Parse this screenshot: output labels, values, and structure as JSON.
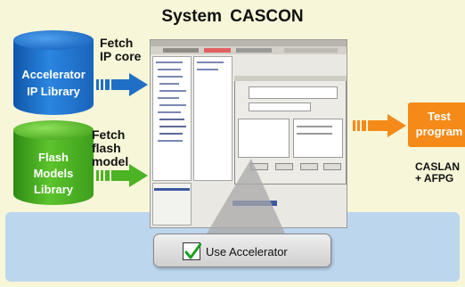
{
  "title": "System  CASCON",
  "accelerator_db": {
    "line1": "Accelerator",
    "line2": "IP Library"
  },
  "flash_db": {
    "line1": "Flash",
    "line2": "Models",
    "line3": "Library"
  },
  "fetch_ip": {
    "line1": "Fetch",
    "line2": "IP  core"
  },
  "fetch_flash": {
    "line1": "Fetch",
    "line2": "flash",
    "line3": "model"
  },
  "test_program": {
    "line1": "Test",
    "line2": "program"
  },
  "output_label": {
    "line1": "CASLAN",
    "line2": "+ AFPG"
  },
  "option": {
    "label": "Use Accelerator",
    "checked": true
  },
  "colors": {
    "blue_db": "#1f6fc6",
    "green_db": "#4cb324",
    "orange": "#f58a18",
    "band": "#bcd6ee",
    "background": "#f7f6d8"
  }
}
